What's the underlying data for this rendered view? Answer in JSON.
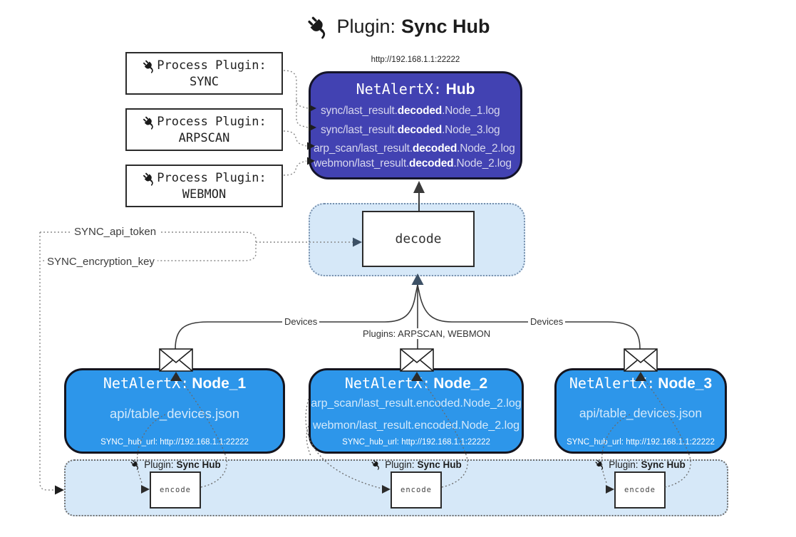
{
  "title": {
    "prefix": "Plugin:",
    "name": "Sync Hub"
  },
  "hub": {
    "url": "http://192.168.1.1:22222",
    "prefix": "NetAlertX:",
    "name": "Hub",
    "lines": [
      {
        "pre": "sync/last_result.",
        "bold": "decoded",
        "post": ".Node_1.log"
      },
      {
        "pre": "sync/last_result.",
        "bold": "decoded",
        "post": ".Node_3.log"
      },
      {
        "pre": "arp_scan/last_result.",
        "bold": "decoded",
        "post": ".Node_2.log"
      },
      {
        "pre": "webmon/last_result.",
        "bold": "decoded",
        "post": ".Node_2.log"
      }
    ]
  },
  "process_plugins": [
    {
      "label": "Process Plugin:",
      "name": "SYNC"
    },
    {
      "label": "Process Plugin:",
      "name": "ARPSCAN"
    },
    {
      "label": "Process Plugin:",
      "name": "WEBMON"
    }
  ],
  "decode": {
    "label": "decode"
  },
  "settings": {
    "api_token": "SYNC_api_token",
    "encryption_key": "SYNC_encryption_key"
  },
  "edge_labels": {
    "devices_left": "Devices",
    "devices_right": "Devices",
    "plugins": "Plugins: ARPSCAN, WEBMON"
  },
  "nodes": [
    {
      "prefix": "NetAlertX:",
      "name": "Node_1",
      "lines": [
        "api/table_devices.json"
      ],
      "hub_url": "SYNC_hub_url: http://192.168.1.1:22222"
    },
    {
      "prefix": "NetAlertX:",
      "name": "Node_2",
      "lines": [
        "arp_scan/last_result.encoded.Node_2.log",
        "webmon/last_result.encoded.Node_2.log"
      ],
      "hub_url": "SYNC_hub_url: http://192.168.1.1:22222"
    },
    {
      "prefix": "NetAlertX:",
      "name": "Node_3",
      "lines": [
        "api/table_devices.json"
      ],
      "hub_url": "SYNC_hub_url: http://192.168.1.1:22222"
    }
  ],
  "encode_band": {
    "plugin_prefix": "Plugin:",
    "plugin_name": "Sync Hub",
    "encode_label": "encode"
  },
  "colors": {
    "hub": "#4242b2",
    "node": "#2d96ea",
    "panel": "#d6e8f8"
  }
}
